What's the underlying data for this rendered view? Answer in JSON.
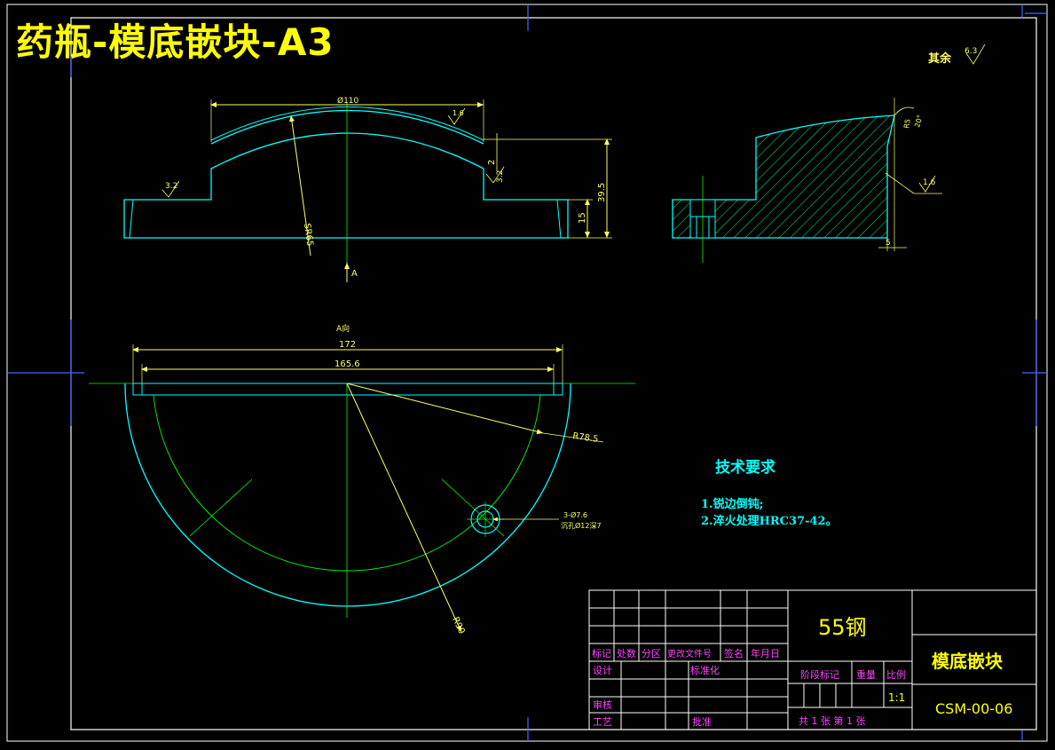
{
  "drawing_title": "药瓶-模底嵌块-A3",
  "surface_note": {
    "label": "其余",
    "value": "6.3"
  },
  "front_view": {
    "dim_width": "Ø110",
    "dim_height_total": "39.5",
    "dim_base": "15",
    "dim_step": "2",
    "dim_radius": "SR65",
    "rough_left": "3.2",
    "rough_right": "3.2",
    "rough_top": "1.6",
    "view_marker": "A"
  },
  "section_view": {
    "dim_offset": "5",
    "dim_chamfer": "R5",
    "dim_angle": "20°",
    "rough_side": "1.6"
  },
  "plan_view": {
    "label": "A向",
    "dim_outer": "172",
    "dim_inner": "165.6",
    "dim_r1": "R78.5",
    "dim_r2": "R90",
    "hole_note_1": "3-Ø7.6",
    "hole_note_2": "沉孔Ø12深7"
  },
  "tech_requirements": {
    "title": "技术要求",
    "items": [
      "1.锐边倒钝;",
      "2.淬火处理HRC37-42。"
    ]
  },
  "title_block": {
    "material": "55钢",
    "part_name": "模底嵌块",
    "drawing_no": "CSM-00-06",
    "scale": "1:1",
    "headers": [
      "标记",
      "处数",
      "分区",
      "更改文件号",
      "签名",
      "年月日"
    ],
    "design": "设计",
    "standardize": "标准化",
    "review": "审核",
    "process": "工艺",
    "approve": "批准",
    "stage_mark": "阶段标记",
    "weight": "重量",
    "scale_label": "比例",
    "sheets": "共 1 张 第 1 张"
  }
}
